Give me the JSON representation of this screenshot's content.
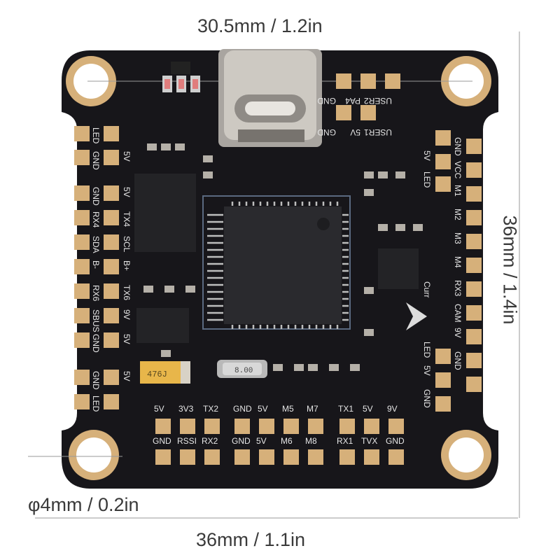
{
  "dimensions": {
    "top_width": "30.5mm / 1.2in",
    "right_height": "36mm / 1.4in",
    "hole_diameter": "φ4mm / 0.2in",
    "bottom_width": "36mm / 1.1in"
  },
  "pcb": {
    "left_labels": [
      "LED",
      "GND",
      "GND",
      "RX4",
      "SDA",
      "B-",
      "RX6",
      "SBUS",
      "GND",
      "GND",
      "LED"
    ],
    "left_inner_labels": [
      "5V",
      "5V",
      "TX4",
      "SCL",
      "B+",
      "TX6",
      "9V",
      "5V",
      "5V"
    ],
    "right_labels": [
      "GND",
      "VCC",
      "M1",
      "M2",
      "M3",
      "M4",
      "RX3",
      "CAM",
      "9V",
      "GND"
    ],
    "right_inner_labels": [
      "5V",
      "LED",
      "Curr",
      "LED",
      "5V",
      "GND"
    ],
    "top_labels": [
      "GND",
      "PA4",
      "USER2",
      "GND",
      "5V",
      "USER1"
    ],
    "bottom_top_labels": [
      "5V",
      "3V3",
      "TX2",
      "GND",
      "5V",
      "M5",
      "M7",
      "TX1",
      "5V",
      "9V"
    ],
    "bottom_bottom_labels": [
      "GND",
      "RSSI",
      "RX2",
      "GND",
      "5V",
      "M6",
      "M8",
      "RX1",
      "TVX",
      "GND"
    ],
    "cap_marking": "476J",
    "crystal_marking": "8.00"
  },
  "colors": {
    "board": "#17161a",
    "pad": "#d6b07a",
    "silk": "#e6e6e6",
    "chip": "#2a2a2e",
    "usb": "#c8c4bd"
  }
}
